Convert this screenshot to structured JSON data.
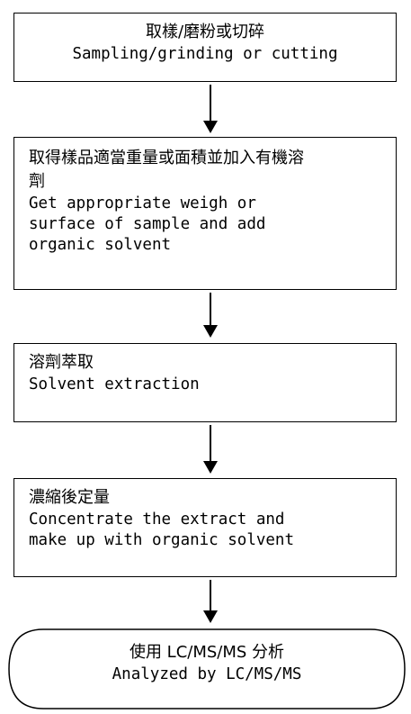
{
  "steps": [
    {
      "zh": "取樣/磨粉或切碎",
      "en": [
        "Sampling/grinding or cutting"
      ]
    },
    {
      "zh": [
        "取得樣品適當重量或面積並加入有機溶",
        "劑"
      ],
      "en": [
        "Get appropriate weigh or",
        "surface of sample and add",
        "organic solvent"
      ]
    },
    {
      "zh": "溶劑萃取",
      "en": [
        "Solvent extraction"
      ]
    },
    {
      "zh": "濃縮後定量",
      "en": [
        "Concentrate the extract and",
        "make up with organic solvent"
      ]
    }
  ],
  "final": {
    "zh": "使用 LC/MS/MS 分析",
    "en": "Analyzed by LC/MS/MS"
  }
}
